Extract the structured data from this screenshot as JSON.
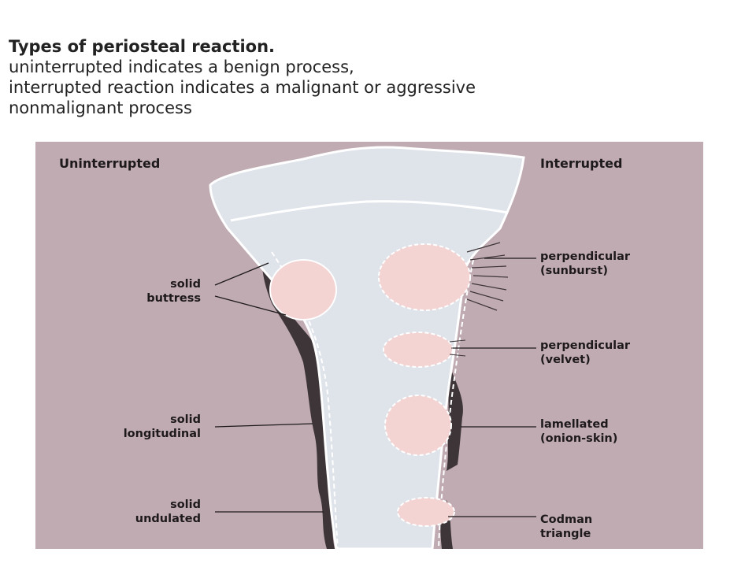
{
  "caption": {
    "title": "Types of periosteal reaction.",
    "line1": "uninterrupted indicates a benign process,",
    "line2": "interrupted reaction indicates a malignant or aggressive",
    "line3": "nonmalignant process"
  },
  "diagram": {
    "heading_left": "Uninterrupted",
    "heading_right": "Interrupted",
    "left_labels": [
      {
        "line1": "solid",
        "line2": "buttress"
      },
      {
        "line1": "solid",
        "line2": "longitudinal"
      },
      {
        "line1": "solid",
        "line2": "undulated"
      }
    ],
    "right_labels": [
      {
        "line1": "perpendicular",
        "line2": "(sunburst)"
      },
      {
        "line1": "perpendicular",
        "line2": "(velvet)"
      },
      {
        "line1": "lamellated",
        "line2": "(onion-skin)"
      },
      {
        "line1": "Codman",
        "line2": "triangle"
      }
    ],
    "colors": {
      "background": "#bfabb1",
      "bone": "#dfe3ea",
      "tumor": "#f4d3d3",
      "periosteum_dark": "#3e3538"
    }
  }
}
